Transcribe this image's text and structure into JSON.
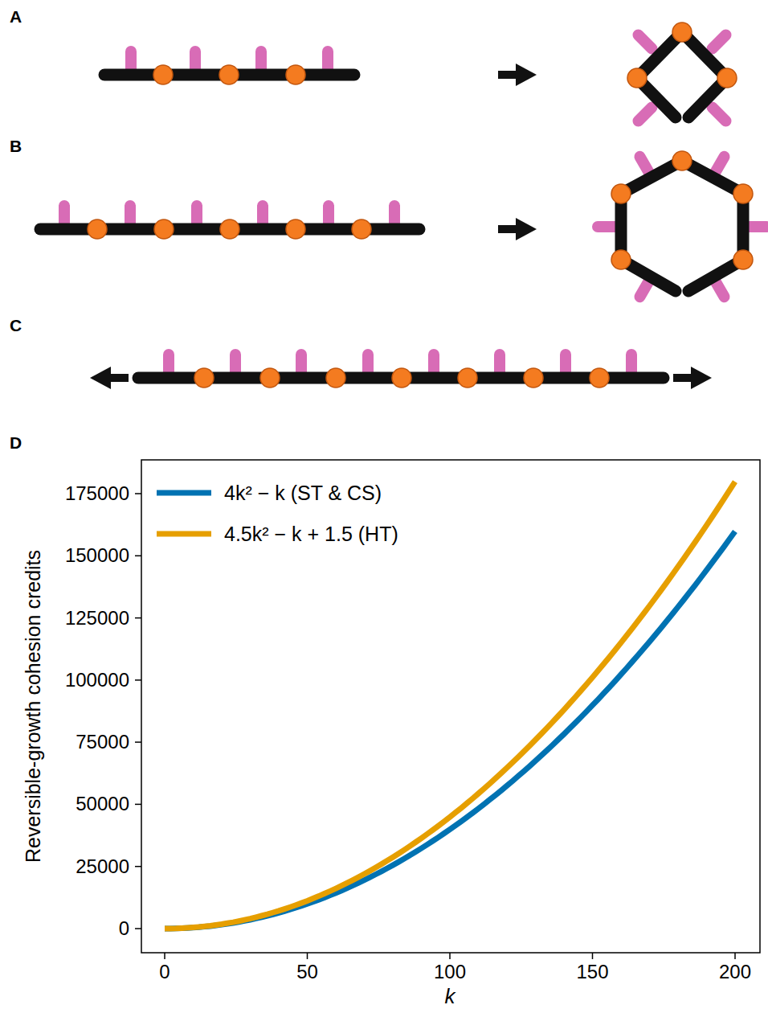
{
  "diagram": {
    "labels": [
      "A",
      "B",
      "C",
      "D",
      "175000",
      "150000",
      "125000",
      "100000",
      "75000",
      "50000",
      "25000",
      "0",
      "0",
      "50",
      "100",
      "150",
      "200",
      "k",
      "Reversible-growth cohesion credits"
    ],
    "legend": [
      {
        "text": "4k² − k (ST & CS)",
        "color": "#0072b2"
      },
      {
        "text": "4.5k² − k + 1.5 (HT)",
        "color": "#e69f00"
      }
    ]
  }
}
